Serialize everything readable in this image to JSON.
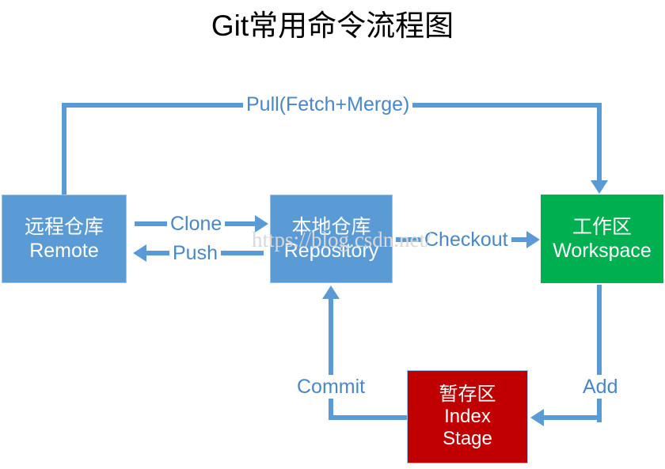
{
  "title": "Git常用命令流程图",
  "watermark": "https://blog.csdn.net/",
  "colors": {
    "blue": "#5B9BD5",
    "blue_border": "#9DC3E6",
    "green": "#00B050",
    "red": "#C00000",
    "label_blue": "#4A87C7",
    "background": "#FFFFFF",
    "title_text": "#000000",
    "node_text": "#FFFFFF"
  },
  "nodes": [
    {
      "id": "remote",
      "lines": [
        "远程仓库",
        "Remote"
      ],
      "color": "#5B9BD5"
    },
    {
      "id": "repository",
      "lines": [
        "本地仓库",
        "Repository"
      ],
      "color": "#5B9BD5"
    },
    {
      "id": "workspace",
      "lines": [
        "工作区",
        "Workspace"
      ],
      "color": "#00B050"
    },
    {
      "id": "index",
      "lines": [
        "暂存区",
        "Index",
        "Stage"
      ],
      "color": "#C00000"
    }
  ],
  "edges": [
    {
      "id": "pull",
      "label": "Pull(Fetch+Merge)",
      "from": "remote",
      "to": "workspace",
      "direction": "down"
    },
    {
      "id": "clone",
      "label": "Clone",
      "from": "remote",
      "to": "repository",
      "direction": "right"
    },
    {
      "id": "push",
      "label": "Push",
      "from": "repository",
      "to": "remote",
      "direction": "left"
    },
    {
      "id": "checkout",
      "label": "Checkout",
      "from": "repository",
      "to": "workspace",
      "direction": "right"
    },
    {
      "id": "add",
      "label": "Add",
      "from": "workspace",
      "to": "index",
      "direction": "left"
    },
    {
      "id": "commit",
      "label": "Commit",
      "from": "index",
      "to": "repository",
      "direction": "up"
    }
  ],
  "chart_data": {
    "type": "diagram",
    "title": "Git常用命令流程图",
    "nodes": [
      {
        "name": "远程仓库 Remote",
        "color": "#5B9BD5"
      },
      {
        "name": "本地仓库 Repository",
        "color": "#5B9BD5"
      },
      {
        "name": "工作区 Workspace",
        "color": "#00B050"
      },
      {
        "name": "暂存区 Index Stage",
        "color": "#C00000"
      }
    ],
    "links": [
      {
        "source": "远程仓库 Remote",
        "target": "工作区 Workspace",
        "label": "Pull(Fetch+Merge)"
      },
      {
        "source": "远程仓库 Remote",
        "target": "本地仓库 Repository",
        "label": "Clone"
      },
      {
        "source": "本地仓库 Repository",
        "target": "远程仓库 Remote",
        "label": "Push"
      },
      {
        "source": "本地仓库 Repository",
        "target": "工作区 Workspace",
        "label": "Checkout"
      },
      {
        "source": "工作区 Workspace",
        "target": "暂存区 Index Stage",
        "label": "Add"
      },
      {
        "source": "暂存区 Index Stage",
        "target": "本地仓库 Repository",
        "label": "Commit"
      }
    ]
  }
}
